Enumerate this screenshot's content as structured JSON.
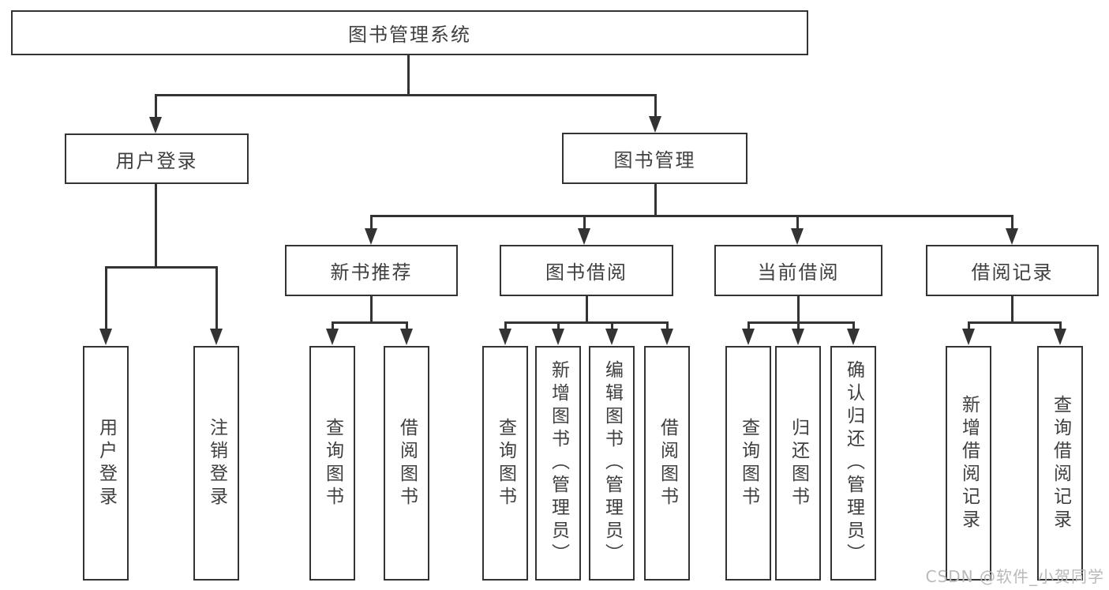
{
  "tree": {
    "root": {
      "label": "图书管理系统"
    },
    "branches": [
      {
        "label": "用户登录",
        "children": [
          {
            "label": "用户登录"
          },
          {
            "label": "注销登录"
          }
        ]
      },
      {
        "label": "图书管理",
        "groups": [
          {
            "label": "新书推荐",
            "children": [
              {
                "label": "查询图书"
              },
              {
                "label": "借阅图书"
              }
            ]
          },
          {
            "label": "图书借阅",
            "children": [
              {
                "label": "查询图书"
              },
              {
                "label": "新增图书（管理员）"
              },
              {
                "label": "编辑图书（管理员）"
              },
              {
                "label": "借阅图书"
              }
            ]
          },
          {
            "label": "当前借阅",
            "children": [
              {
                "label": "查询图书"
              },
              {
                "label": "归还图书"
              },
              {
                "label": "确认归还（管理员）"
              }
            ]
          },
          {
            "label": "借阅记录",
            "children": [
              {
                "label": "新增借阅记录"
              },
              {
                "label": "查询借阅记录"
              }
            ]
          }
        ]
      }
    ]
  },
  "watermark": {
    "text": "CSDN @软件_小贺同学"
  },
  "colors": {
    "line": "#333333",
    "text": "#3f3f3f",
    "background": "#ffffff",
    "watermark": "#b9b9b9"
  }
}
